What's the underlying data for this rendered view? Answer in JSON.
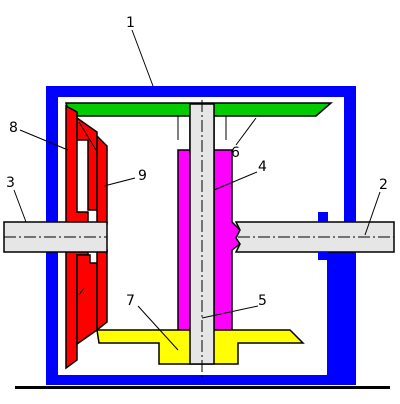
{
  "colors": {
    "background": "#ffffff",
    "housing": "#0000ff",
    "cover_green": "#00cc00",
    "left_disc_red": "#ff0000",
    "center_disc_magenta": "#ff00ff",
    "bottom_yellow": "#ffff00",
    "shaft": "#e6e6e6",
    "ground": "#000000",
    "axis_line": "#000000"
  },
  "labels": {
    "l1": "1",
    "l2": "2",
    "l3": "3",
    "l4": "4",
    "l5": "5",
    "l6": "6",
    "l7": "7",
    "l8": "8",
    "l9": "9"
  }
}
